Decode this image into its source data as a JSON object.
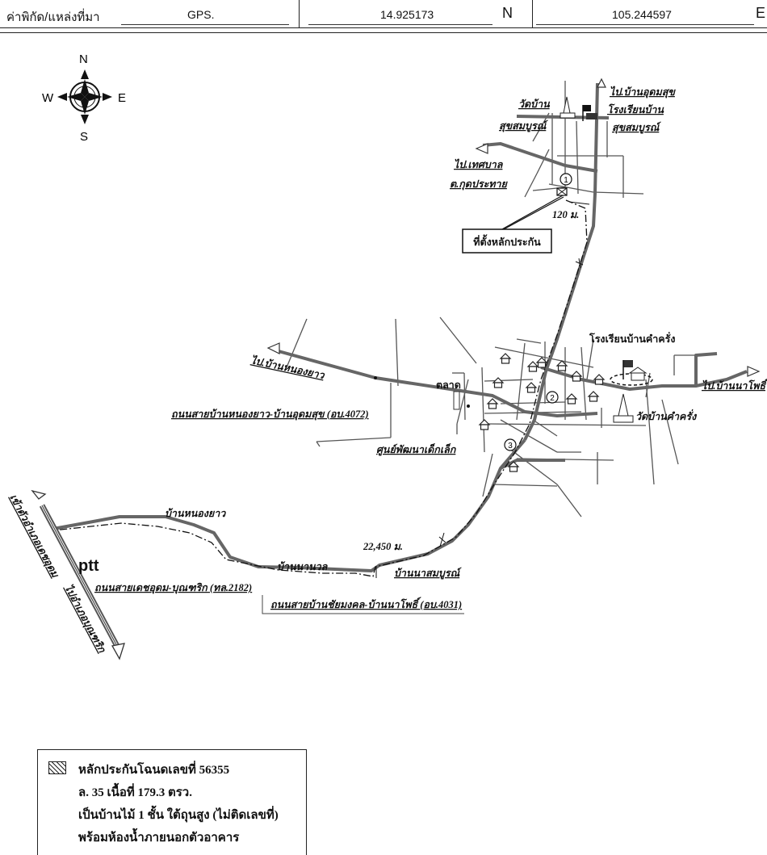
{
  "header": {
    "location_label": "ค่าพิกัด/แหล่งที่มา",
    "source": "GPS.",
    "latitude": "14.925173",
    "lat_dir": "N",
    "longitude": "105.244597",
    "lon_dir": "E"
  },
  "compass": {
    "n": "N",
    "s": "S",
    "e": "E",
    "w": "W"
  },
  "map_labels": {
    "to_ban_udom_suk": "ไป.บ้านอุดมสุข",
    "school_ban_suk": "โรงเรียนบ้าน",
    "school_ban_suk2": "สุขสมบูรณ์",
    "wat_ban": "วัดบ้าน",
    "wat_ban2": "สุขสมบูรณ์",
    "to_municipality": "ไป.เทศบาล",
    "to_municipality2": "ต.กุดประทาย",
    "dist_120": "120 ม.",
    "collateral_location": "ที่ตั้งหลักประกัน",
    "school_kham_krang": "โรงเรียนบ้านคำครั่ง",
    "to_ban_nong_yao": "ไป.บ้านหนองยาว",
    "market": "ตลาด",
    "to_ban_na_pho": "ไป.บ้านนาโพธิ์",
    "wat_kham_krang": "วัดบ้านคำครั่ง",
    "road_4072": "ถนนสายบ้านหนองยาว-บ้านอุดมสุข (อบ.4072)",
    "child_center": "ศูนย์พัฒนาเด็กเล็ก",
    "ban_nong_yao": "บ้านหนองยาว",
    "dist_22450": "22,450 ม.",
    "ban_na_nuan": "บ้านนานวล",
    "ban_na_somboon": "บ้านนาสมบูรณ์",
    "ptt": "ptt",
    "road_2182": "ถนนสายเดชอุดม-บุณฑริก (ทล.2182)",
    "road_4031": "ถนนสายบ้านชัยมงคล-บ้านนาโพธิ์ (อบ.4031)",
    "to_det_udom": "เข้าตัวอำเภอเดชอุดม",
    "to_buntharik": "ไปอำเภอบุณฑริก",
    "marker_1": "1",
    "marker_2": "2",
    "marker_3": "3"
  },
  "legend": {
    "line1": "หลักประกันโฉนดเลขที่ 56355",
    "line2": "ล. 35  เนื้อที่ 179.3 ตรว.",
    "line3": "เป็นบ้านไม้ 1 ชั้น ใต้ถุนสูง (ไม่ติดเลขที่)",
    "line4": "พร้อมห้องน้ำภายนอกตัวอาคาร"
  }
}
